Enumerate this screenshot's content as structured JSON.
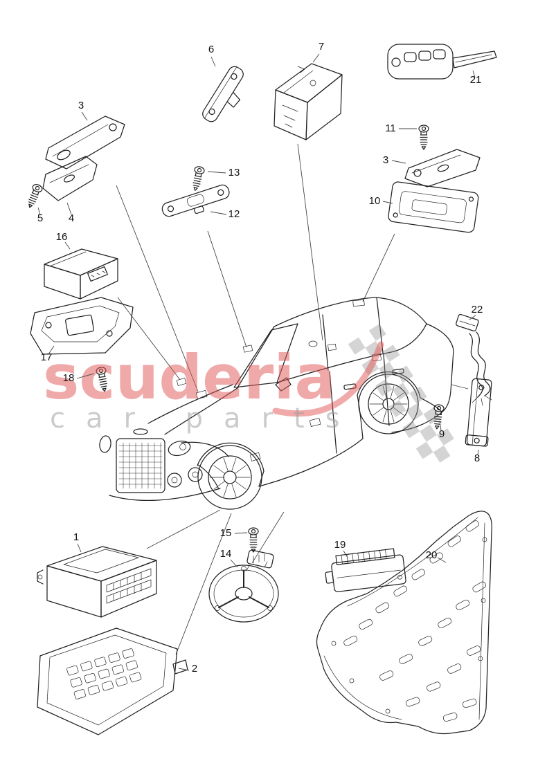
{
  "diagram": {
    "watermark": {
      "brand": "scuderia",
      "subtitle": "car parts"
    },
    "callouts": {
      "p1": "1",
      "p2": "2",
      "p3": "3",
      "p3b": "3",
      "p4": "4",
      "p5": "5",
      "p6": "6",
      "p7": "7",
      "p8": "8",
      "p9": "9",
      "p10": "10",
      "p11": "11",
      "p12": "12",
      "p13": "13",
      "p14": "14",
      "p15": "15",
      "p16": "16",
      "p17": "17",
      "p18": "18",
      "p19": "19",
      "p20": "20",
      "p21": "21",
      "p22": "22"
    },
    "colors": {
      "line": "#222222",
      "watermark_red": "#e25555",
      "watermark_gray": "#999999"
    }
  }
}
